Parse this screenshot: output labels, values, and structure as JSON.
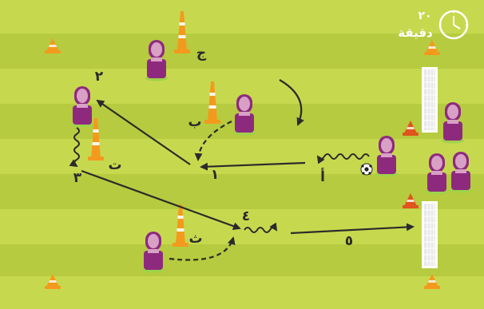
{
  "timer": {
    "value": "٢٠",
    "unit": "دقيقة",
    "icon": "clock-icon"
  },
  "labels": {
    "player_a": "أ",
    "player_b": "ب",
    "player_j": "ج",
    "player_t": "ت",
    "player_th": "ث",
    "step_1": "١",
    "step_2": "٢",
    "step_3": "٣",
    "step_4": "٤",
    "step_5": "٥"
  },
  "colors": {
    "pitch_light": "#c6d94e",
    "pitch_dark": "#b3c93c",
    "player_shirt": "#8e2a7e",
    "player_skin": "#d9a0c6",
    "cone_orange": "#f39a1e",
    "cone_red": "#e0541d",
    "arrow": "#2b2b2b",
    "goal_white": "#ffffff"
  }
}
